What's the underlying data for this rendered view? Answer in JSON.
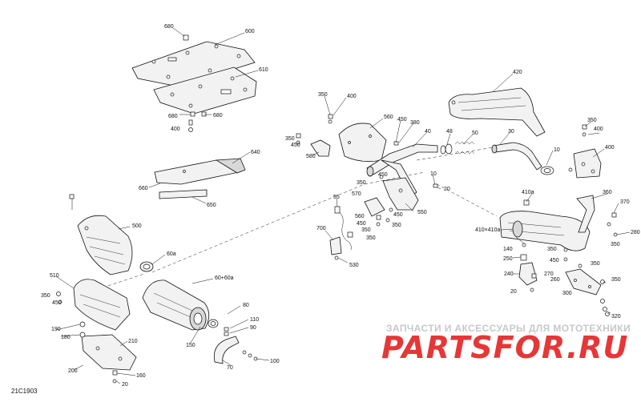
{
  "diagram": {
    "code": "21C1903",
    "watermark_subtitle": "ЗАПЧАСТИ И АКСЕССУАРЫ ДЛЯ МОТОТЕХНИКИ",
    "watermark_brand": "PARTSFOR.RU",
    "labels": {
      "l680a": "680",
      "l600": "600",
      "l610": "610",
      "l680b": "680",
      "l680c": "680",
      "l400a": "400",
      "l640": "640",
      "l660": "660",
      "l650": "650",
      "l350a": "350",
      "l400b": "400",
      "l560": "560",
      "l450a": "450",
      "l380": "380",
      "l350b": "350",
      "l450b": "450",
      "l580": "580",
      "l40": "40",
      "l48": "48",
      "l50": "50",
      "l30": "30",
      "l10a": "10",
      "l420": "420",
      "l350c": "350",
      "l400c": "400",
      "l400d": "400",
      "l10b": "10",
      "l20a": "20",
      "l450c": "450",
      "l350d": "350",
      "l55": "55",
      "l570": "570",
      "l560b": "560",
      "l450d": "450",
      "l350e": "350",
      "l450e": "450",
      "l350f": "350",
      "l550": "550",
      "l700": "700",
      "l530": "530",
      "l410a": "410a",
      "l360": "360",
      "l370": "370",
      "l410x": "410×410a",
      "l280": "280",
      "l350g": "350",
      "l140": "140",
      "l250": "250",
      "l350h": "350",
      "l450f": "450",
      "l350i": "350",
      "l240": "240",
      "l270": "270",
      "l260": "260",
      "l20b": "20",
      "l300": "300",
      "l350j": "350",
      "l320": "320",
      "l500": "500",
      "l60a": "60a",
      "l510": "510",
      "l350k": "350",
      "l450g": "450",
      "l190": "190",
      "l180": "180",
      "l210": "210",
      "l200": "200",
      "l160": "160",
      "l20c": "20",
      "l6080": "60+60a",
      "l80": "80",
      "l110": "110",
      "l90": "90",
      "l150": "150",
      "l100": "100",
      "l70": "70"
    }
  }
}
